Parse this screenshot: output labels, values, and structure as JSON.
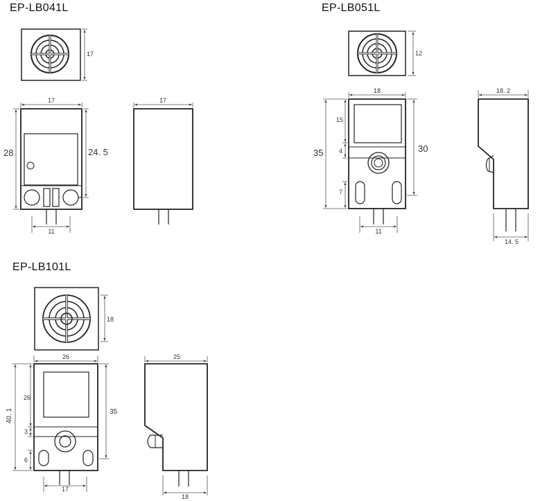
{
  "models": [
    {
      "name": "EP-LB041L",
      "dims": {
        "face_h": "17",
        "front_w": "17",
        "total_h": "28",
        "body_h": "24. 5",
        "pin_span": "11",
        "side_w": "17"
      }
    },
    {
      "name": "EP-LB051L",
      "dims": {
        "face_h": "12",
        "front_w": "18",
        "total_h": "35",
        "body_h": "30",
        "upper_h": "15",
        "gap_h": "4",
        "lower_h": "7",
        "pin_span": "11",
        "side_w": "18. 2",
        "side_base": "14. 5"
      }
    },
    {
      "name": "EP-LB101L",
      "dims": {
        "face_h": "18",
        "front_w": "26",
        "total_h": "40. 1",
        "body_h": "35",
        "upper_h": "26",
        "gap_h": "3",
        "lower_h": "6",
        "pin_span": "17",
        "side_w": "25",
        "side_base": "18"
      }
    }
  ]
}
